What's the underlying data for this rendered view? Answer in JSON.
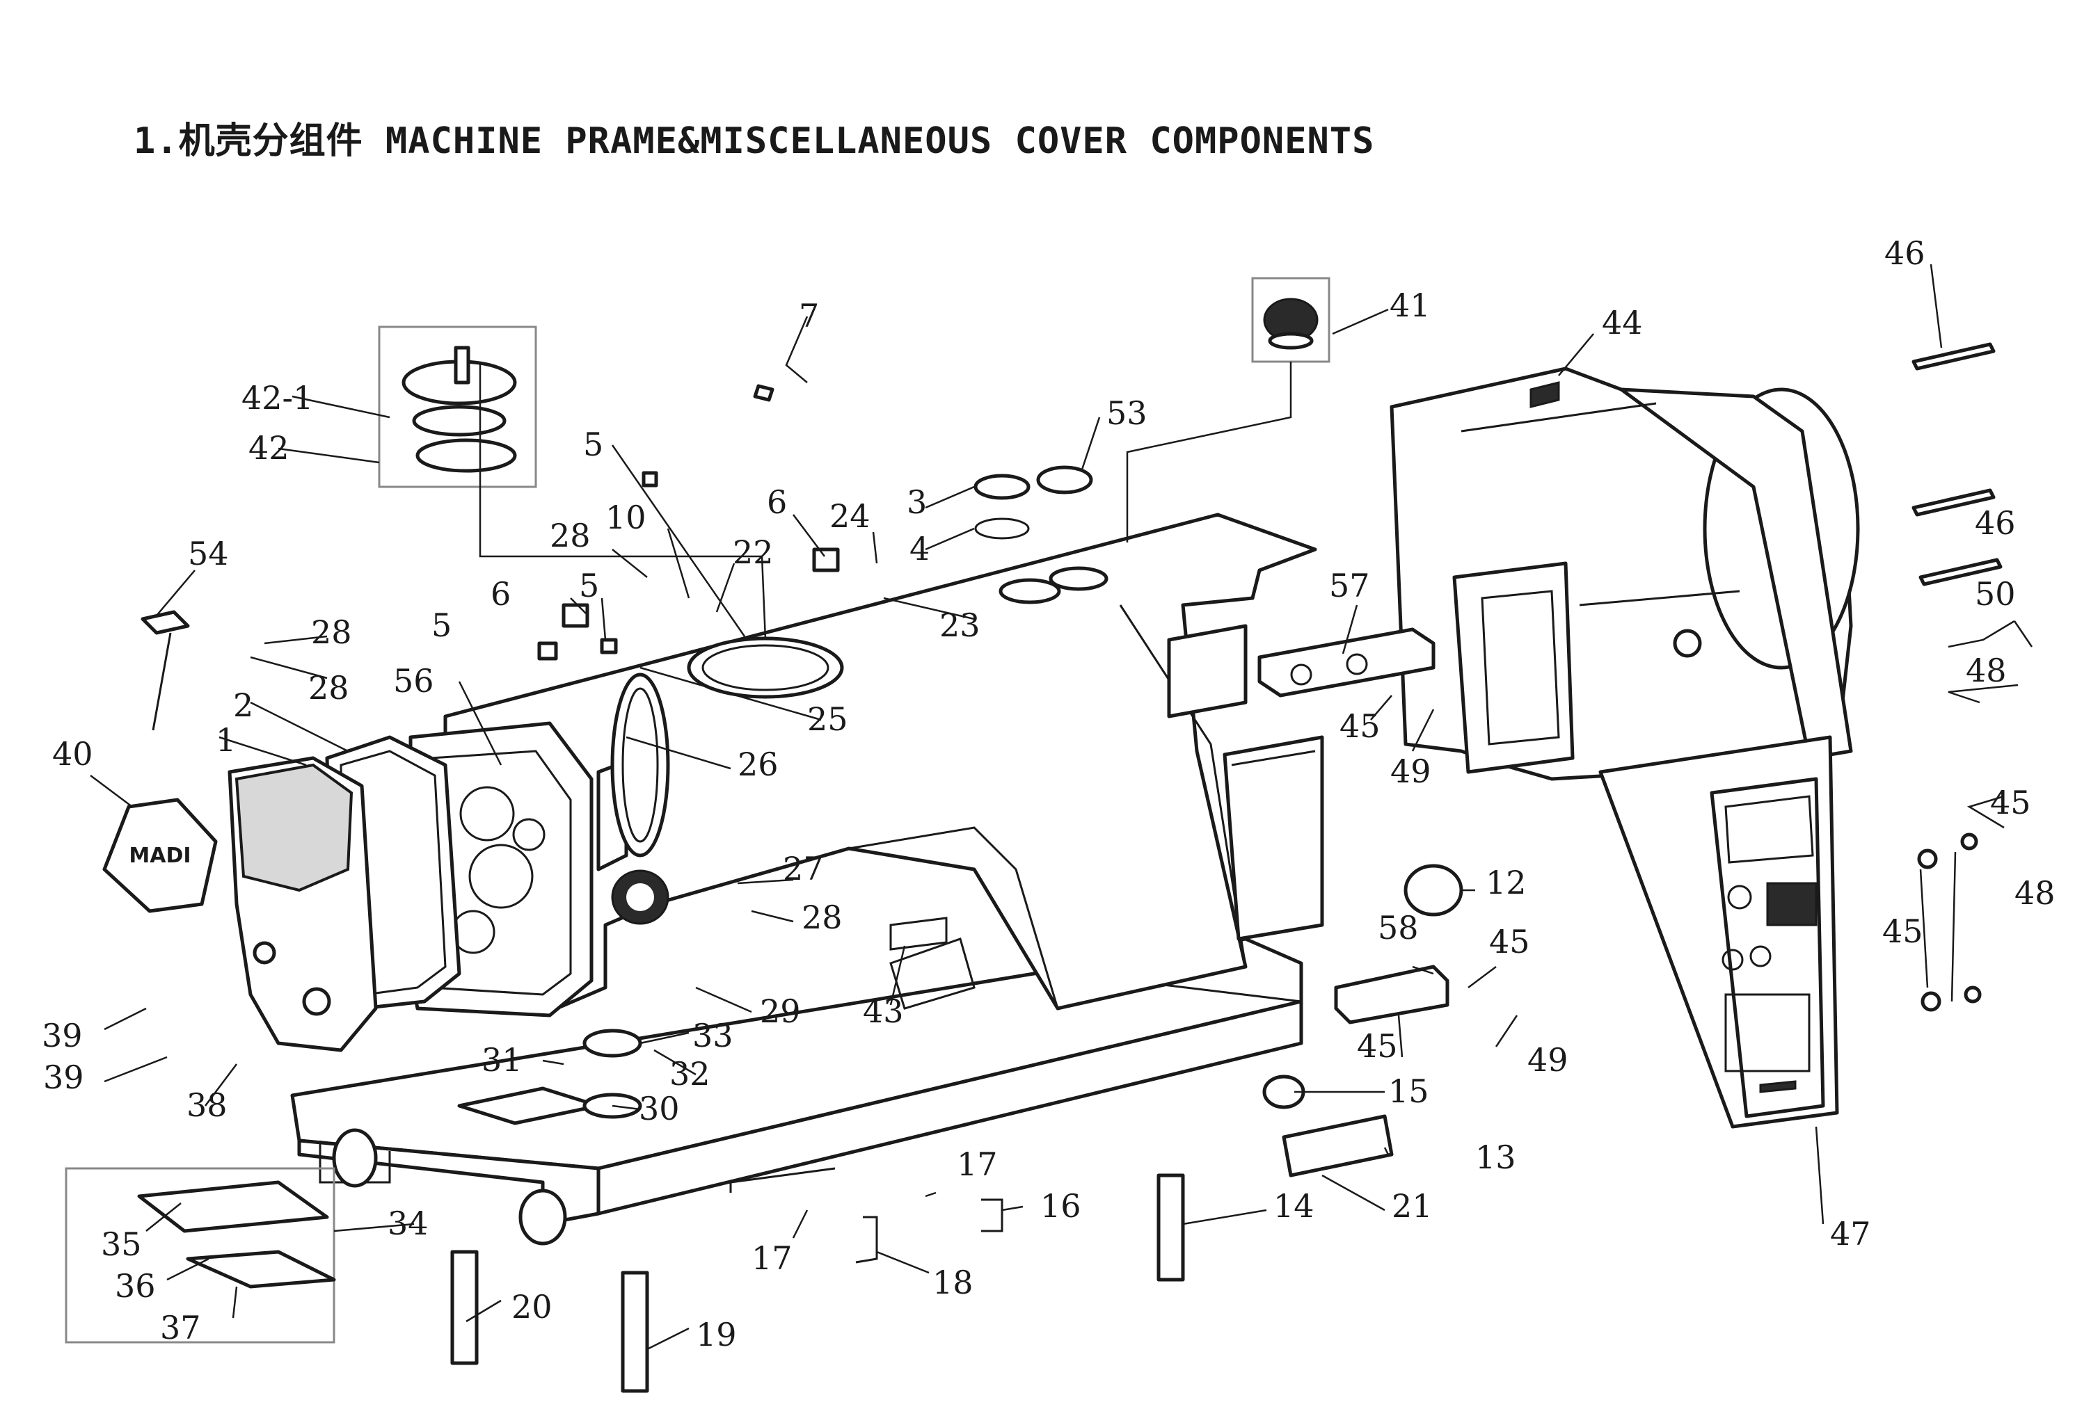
{
  "title": "1.机壳分组件 MACHINE PRAME&MISCELLANEOUS COVER COMPONENTS",
  "logo_text": "MADI",
  "callouts": {
    "c7": "7",
    "c41": "41",
    "c44": "44",
    "c46a": "46",
    "c42_1": "42-1",
    "c42": "42",
    "c53": "53",
    "c5a": "5",
    "c3": "3",
    "c6a": "6",
    "c24": "24",
    "c4": "4",
    "c28a": "28",
    "c10": "10",
    "c22": "22",
    "c54": "54",
    "c6b": "6",
    "c5b": "5",
    "c23": "23",
    "c57": "57",
    "c46b": "46",
    "c50": "50",
    "c28b": "28",
    "c5c": "5",
    "c28c": "28",
    "c56": "56",
    "c25": "25",
    "c2": "2",
    "c45a": "45",
    "c48a": "48",
    "c1": "1",
    "c26": "26",
    "c49a": "49",
    "c40": "40",
    "c45b": "45",
    "c27": "27",
    "c12": "12",
    "c48b": "48",
    "c28d": "28",
    "c58": "58",
    "c45c": "45",
    "c45d": "45",
    "c29": "29",
    "c43": "43",
    "c39a": "39",
    "c33": "33",
    "c45e": "45",
    "c49b": "49",
    "c31": "31",
    "c39b": "39",
    "c32": "32",
    "c38": "38",
    "c30": "30",
    "c15": "15",
    "c13": "13",
    "c17a": "17",
    "c34": "34",
    "c16": "16",
    "c47": "47",
    "c35": "35",
    "c14": "14",
    "c21": "21",
    "c17b": "17",
    "c36": "36",
    "c18": "18",
    "c20": "20",
    "c37": "37",
    "c19": "19"
  }
}
